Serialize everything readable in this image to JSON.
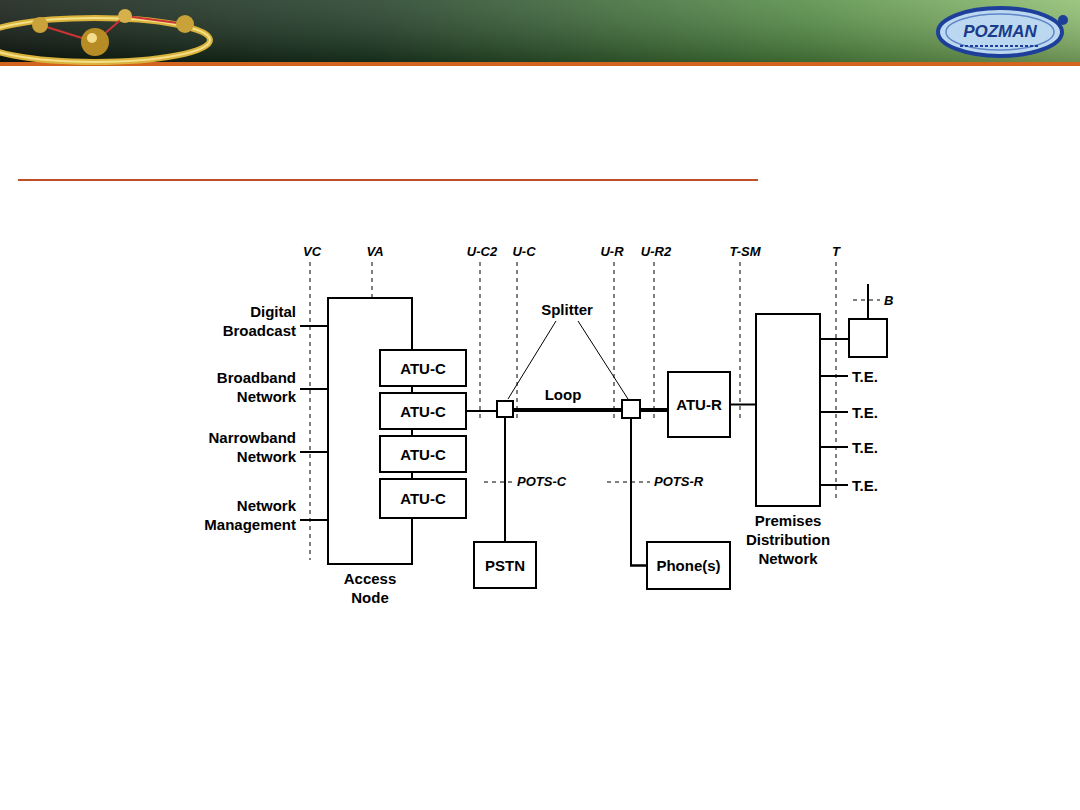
{
  "diagram": {
    "nodes": [
      {
        "text": [
          "Access Node"
        ]
      },
      {
        "text": [
          "ATU-C"
        ],
        "in": 0
      },
      {
        "text": [
          "ATU-C"
        ],
        "in": 0
      },
      {
        "text": [
          "ATU-C"
        ],
        "in": 0
      },
      {
        "text": [
          "ATU-C"
        ],
        "in": 0
      },
      {
        "text": [
          "PSTN"
        ]
      },
      {
        "text": [
          "ATU-R"
        ]
      },
      {
        "text": [
          "Phone(s)"
        ]
      },
      {
        "text": [
          "Premises Distribution Network"
        ]
      }
    ],
    "edges": [
      {
        "from": 2,
        "to": 6,
        "arrow": "none"
      },
      {
        "from": 2,
        "to": 7,
        "arrow": "none"
      },
      {
        "from": 5,
        "to": 6,
        "arrow": "none"
      },
      {
        "from": 5,
        "to": 7,
        "arrow": "none"
      },
      {
        "from": 6,
        "to": 8,
        "arrow": "none"
      }
    ],
    "labels": [
      "POZMAN",
      "VC",
      "VA",
      "U-C2",
      "U-C",
      "U-R",
      "U-R2",
      "T-SM",
      "T",
      "Digital Broadcast",
      "Broadband Network",
      "Narrowband Network",
      "Network Management",
      "Splitter",
      "Loop",
      "POTS-C",
      "POTS-R",
      "B",
      "T.E.",
      "T.E.",
      "T.E.",
      "T.E."
    ]
  }
}
